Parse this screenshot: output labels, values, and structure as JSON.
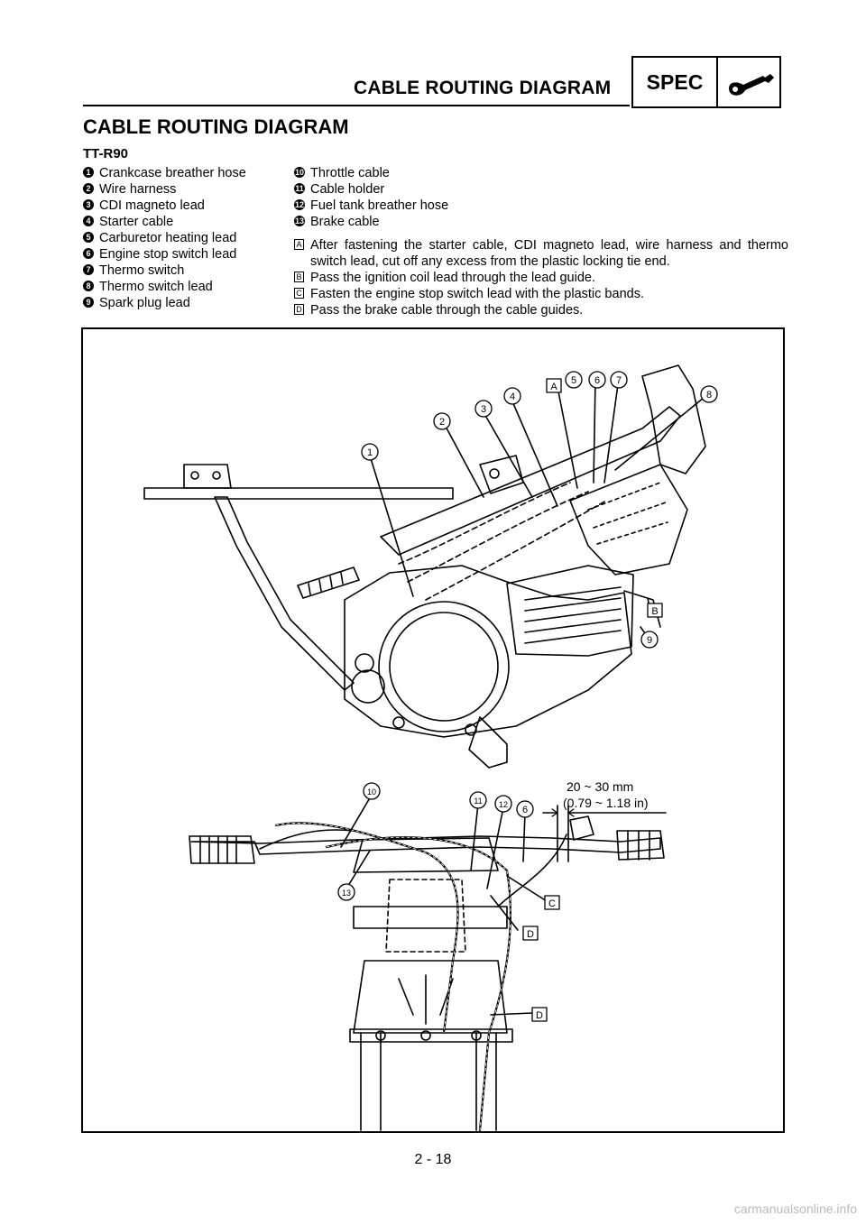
{
  "header": {
    "title": "CABLE ROUTING DIAGRAM",
    "spec_label": "SPEC"
  },
  "page_title": "CABLE ROUTING DIAGRAM",
  "model": "TT-R90",
  "legend_left": [
    {
      "num": "1",
      "text": "Crankcase breather hose"
    },
    {
      "num": "2",
      "text": "Wire harness"
    },
    {
      "num": "3",
      "text": "CDI magneto lead"
    },
    {
      "num": "4",
      "text": "Starter cable"
    },
    {
      "num": "5",
      "text": "Carburetor heating lead"
    },
    {
      "num": "6",
      "text": "Engine stop switch lead"
    },
    {
      "num": "7",
      "text": "Thermo switch"
    },
    {
      "num": "8",
      "text": "Thermo switch lead"
    },
    {
      "num": "9",
      "text": "Spark plug lead"
    }
  ],
  "legend_right": [
    {
      "num": "10",
      "text": "Throttle cable"
    },
    {
      "num": "11",
      "text": "Cable holder"
    },
    {
      "num": "12",
      "text": "Fuel tank breather hose"
    },
    {
      "num": "13",
      "text": "Brake cable"
    }
  ],
  "notes": [
    {
      "letter": "A",
      "text": "After fastening the starter cable, CDI magneto lead, wire harness and thermo switch lead, cut off any excess from the plastic locking tie end."
    },
    {
      "letter": "B",
      "text": "Pass the ignition coil lead through the lead guide."
    },
    {
      "letter": "C",
      "text": "Fasten the engine stop switch lead with the plastic bands."
    },
    {
      "letter": "D",
      "text": "Pass the brake cable through the cable guides."
    }
  ],
  "figure": {
    "callouts_top": [
      "1",
      "2",
      "3",
      "4",
      "A",
      "5",
      "6",
      "7",
      "8",
      "B",
      "9"
    ],
    "callouts_bottom": [
      "10",
      "11",
      "12",
      "6",
      "13",
      "C",
      "D",
      "D"
    ],
    "dimension_line1": "20 ~ 30 mm",
    "dimension_line2": "(0.79 ~ 1.18 in)"
  },
  "page_number": "2 - 18",
  "watermark": "carmanualsonline.info"
}
